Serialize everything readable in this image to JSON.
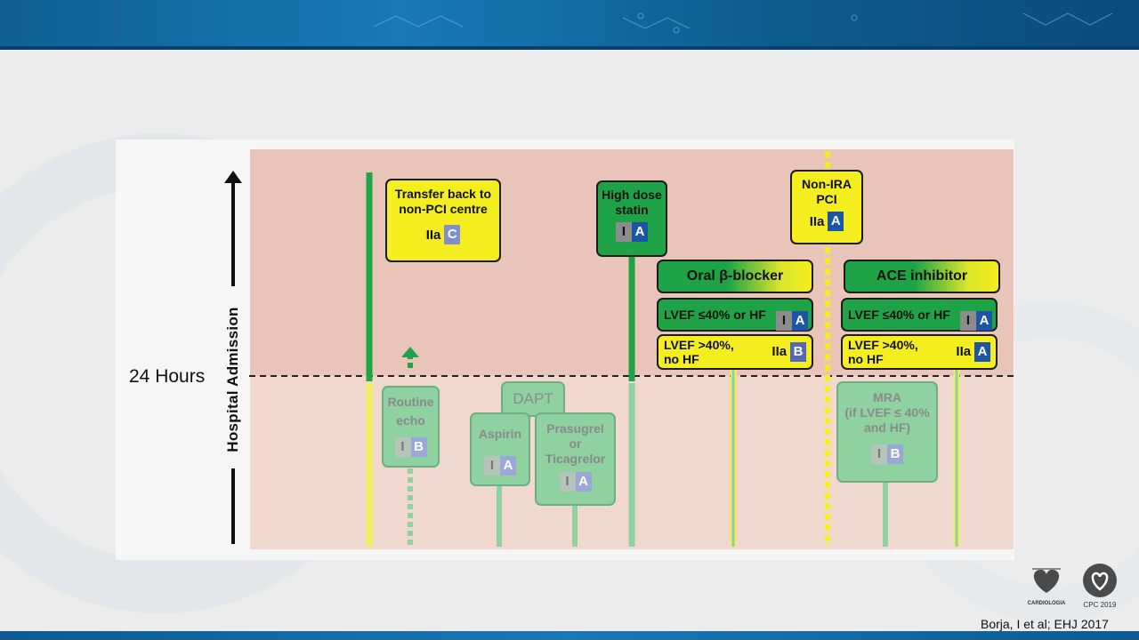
{
  "labels": {
    "time_marker": "24 Hours",
    "axis": "Hospital Admission"
  },
  "boxes": {
    "transfer": {
      "text_line1": "Transfer back to",
      "text_line2": "non-PCI centre",
      "class": "IIa",
      "level": "C"
    },
    "statin": {
      "text_line1": "High dose",
      "text_line2": "statin",
      "class": "I",
      "level": "A"
    },
    "non_ira": {
      "text_line1": "Non-IRA",
      "text_line2": "PCI",
      "class": "IIa",
      "level": "A"
    },
    "beta_blocker": {
      "title": "Oral β-blocker",
      "row1": {
        "text": "LVEF ≤40% or HF",
        "class": "I",
        "level": "A"
      },
      "row2": {
        "text_line1": "LVEF >40%,",
        "text_line2": "no HF",
        "class": "IIa",
        "level": "B"
      }
    },
    "ace": {
      "title": "ACE inhibitor",
      "row1": {
        "text": "LVEF ≤40% or HF",
        "class": "I",
        "level": "A"
      },
      "row2": {
        "text_line1": "LVEF >40%,",
        "text_line2": "no HF",
        "class": "IIa",
        "level": "A"
      }
    },
    "echo": {
      "text_line1": "Routine",
      "text_line2": "echo",
      "class": "I",
      "level": "B"
    },
    "dapt": {
      "title": "DAPT"
    },
    "aspirin": {
      "text": "Aspirin",
      "class": "I",
      "level": "A"
    },
    "prasugrel": {
      "text_line1": "Prasugrel",
      "text_line2": "or",
      "text_line3": "Ticagrelor",
      "class": "I",
      "level": "A"
    },
    "mra": {
      "text_line1": "MRA",
      "text_line2": "(if LVEF ≤ 40%",
      "text_line3": "and HF)",
      "class": "I",
      "level": "B"
    }
  },
  "footer": {
    "citation": "Borja, I et al; EHJ 2017",
    "logo_left_text1": "CARDIOLOGIA",
    "logo_right_text": "CPC 2019"
  },
  "colors": {
    "green": "#1fa347",
    "yellow": "#f4ee1e",
    "badge_blue": "#1b55a3",
    "upper_bg": "#e8c4b9",
    "lower_bg": "#f0d8cf"
  }
}
